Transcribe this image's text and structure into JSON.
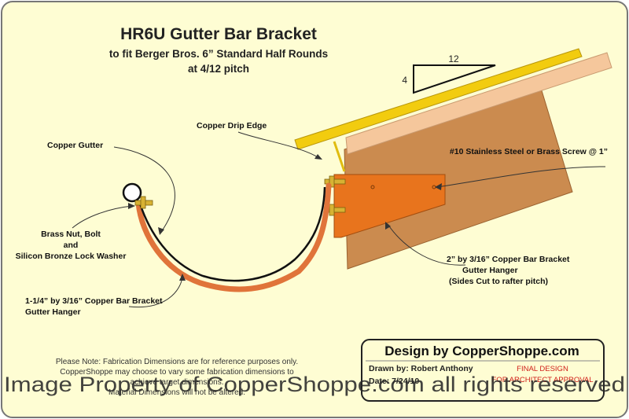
{
  "title": {
    "main": "HR6U Gutter Bar Bracket",
    "line2": "to fit Berger Bros. 6” Standard Half Rounds",
    "line3": "at 4/12 pitch"
  },
  "pitch": {
    "run": "12",
    "rise": "4"
  },
  "labels": {
    "drip_edge": "Copper Drip Edge",
    "gutter": "Copper Gutter",
    "screw": "#10 Stainless Steel or Brass Screw @ 1”",
    "nut_line1": "Brass Nut, Bolt",
    "nut_line2": "and",
    "nut_line3": "Silicon Bronze Lock Washer",
    "small_bracket_line1": "1-1/4” by 3/16” Copper Bar Bracket",
    "small_bracket_line2": "Gutter Hanger",
    "large_bracket_line1": "2” by 3/16” Copper Bar Bracket",
    "large_bracket_line2": "Gutter Hanger",
    "large_bracket_line3": "(Sides Cut to rafter pitch)"
  },
  "note": {
    "line1": "Please Note: Fabrication Dimensions are for reference purposes only.",
    "line2": "CopperShoppe may choose to vary some fabrication dimensions to",
    "line3": "achieve target dimensions.",
    "line4": "Material Dimensions will not be altered."
  },
  "title_block": {
    "heading": "Design by CopperShoppe.com",
    "drawn_by": "Drawn by: Robert Anthony",
    "date": "Date: 7/24/10",
    "status_line1": "FINAL DESIGN",
    "status_line2": "FOR ARCHITECT APPROVAL"
  },
  "watermark": "Image Property of CopperShoppe.com all rights reserved",
  "colors": {
    "background": "#fefdd3",
    "fascia": "#cb8b4f",
    "roof_deck": "#f5c79c",
    "drip_edge": "#f2cc0f",
    "bracket": "#e8741d",
    "gutter_bar": "#e0743a",
    "red_text": "#d0201a"
  }
}
